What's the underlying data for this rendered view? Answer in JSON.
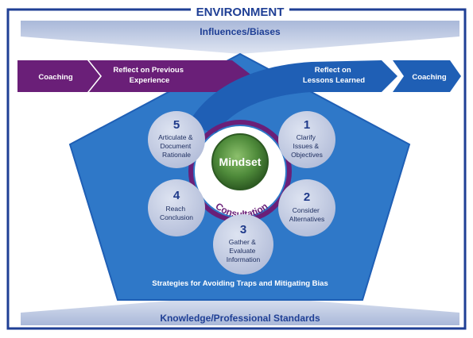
{
  "title": "ENVIRONMENT",
  "top_band": "Influences/Biases",
  "bottom_band": "Knowledge/Professional Standards",
  "arrows": {
    "coaching_left": "Coaching",
    "reflect_previous": [
      "Reflect on Previous",
      "Experience"
    ],
    "reflect_lessons": [
      "Reflect on",
      "Lessons Learned"
    ],
    "coaching_right": "Coaching"
  },
  "center": {
    "label": "Mindset",
    "ring_label": "Consultation"
  },
  "steps": [
    {
      "num": "1",
      "lines": [
        "Clarify",
        "Issues &",
        "Objectives"
      ]
    },
    {
      "num": "2",
      "lines": [
        "Consider",
        "Alternatives"
      ]
    },
    {
      "num": "3",
      "lines": [
        "Gather &",
        "Evaluate",
        "Information"
      ]
    },
    {
      "num": "4",
      "lines": [
        "Reach",
        "Conclusion"
      ]
    },
    {
      "num": "5",
      "lines": [
        "Articulate &",
        "Document",
        "Rationale"
      ]
    }
  ],
  "strategies": "Strategies for Avoiding Traps and Mitigating Bias",
  "colors": {
    "frame": "#1f3f95",
    "pentagon": "#2f78c8",
    "purple": "#6a1f78",
    "arrow_blue": "#1f5fb5",
    "circle": "#c3cbe2",
    "mindset": "#4e8a3a"
  }
}
